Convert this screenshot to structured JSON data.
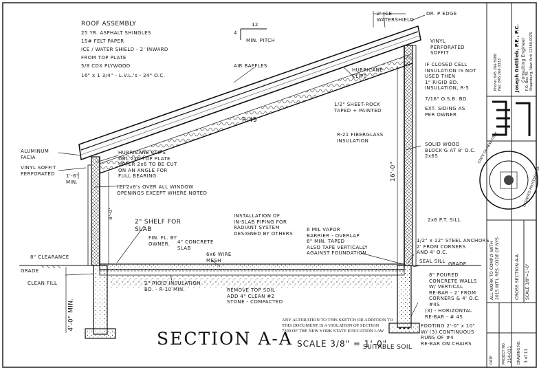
{
  "roof_assembly": {
    "title": "ROOF ASSEMBLY",
    "lines": [
      "25 YR. ASPHALT SHINGLES",
      "15# FELT PAPER",
      "ICE / WATER SHIELD - 2' INWARD",
      "FROM TOP PLATE",
      "5/8 CDX PLYWOOD",
      "16\" x 1 3/4\" - L.V.L.'s - 24\" O.C."
    ]
  },
  "pitch": {
    "rise": "4",
    "run": "12",
    "label": "MIN. PITCH"
  },
  "top_labels": {
    "ice_water": "2' ICE\nWATERSHIELD",
    "drip_edge": "DR. P EDGE",
    "vinyl_soffit": "VINYL\nPERFORATED\nSOFFIT",
    "closed_cell": "IF CLOSED CELL\nINSULATION IS NOT\nUSED THEN\n1\" RIGID BD.\nINSULATION, R-5",
    "osb": "7/16\" O.S.B. BD.",
    "ext_siding": "EXT. SIDING AS\nPER OWNER",
    "solid_wood": "SOLID WOOD\nBLOCK'G AT 8' O.C.\n2x6S",
    "air_baffles": "AIR BAFFLES",
    "hurricane_clips_top": "HURRICANE\nCLIPS",
    "sheetrock": "1/2\" SHEET-ROCK\nTAPED + PAINTED",
    "r49": "R-49",
    "r21": "R-21 FIBERGLASS\nINSULATION"
  },
  "left_labels": {
    "alum_fascia": "ALUMINUM\nFACIA",
    "vinyl_soffit": "VINYL SOFFIT\nPERFORATED",
    "overhang": "1'-6\"\nMIN.",
    "hurricane_clips": "HURRICANE CLIPS\nDBL 2x6 TOP PLATE\nUPPER 2x6 TO BE CUT\nON AN ANGLE FOR\nFULL BEARING",
    "headers": "(2) 2x8's OVER ALL WINDOW\nOPENINGS EXCEPT WHERE NOTED",
    "left_height": "8'-0\"",
    "clearance": "8\" CLEARANCE",
    "grade": "GRADE",
    "clean_fill": "CLEAN FILL",
    "footing_depth": "4'-0\" MIN."
  },
  "slab_labels": {
    "shelf": "2\" SHELF FOR\nSLAB",
    "fin_fl": "FIN. FL. BY\nOWNER.",
    "concrete_slab": "4\" CONCRETE\nSLAB",
    "wire_mesh": "6x6 WIRE\nMESH",
    "radiant": "INSTALLATION OF\nIN-SLAB PIPING FOR\nRADIANT SYSTEM\nDESIGNED BY OTHERS",
    "vapor": "6 MIL VAPOR\nBARRIER - OVERLAP\n6\" MIN. TAPED\nALSO TAPE VERTICALLY\nAGAINST FOUNDATION",
    "rigid_insul": "2\" RIGID INSULATION\nBD. - R-10 MIN.",
    "remove_topsoil": "REMOVE TOP SOIL\nADD 4\" CLEAN #2\nSTONE - COMPACTED",
    "right_height": "16'-0\""
  },
  "right_labels": {
    "pt_sill": "2x6 P.T. SILL",
    "anchors": "1/2\" x 12\" STEEL ANCHORS\n2' FROM CORNERS\nAND 4' O.C.",
    "sill_seal": "SEAL SILL",
    "grade": "GRADE",
    "poured_walls": "8\" POURED\nCONCRETE WALLS\nW/ VERTICAL\nRE-BAR - 2' FROM\nCORNERS & 4' O.C.\n#4S",
    "horiz_rebar": "(3) - HORIZONTAL\nRE-BAR - # 4S",
    "footing": "FOOTING 2'-0\" x 10\"\nW/ (3) CONTINUOUS\nRUNS OF #4\nRE-BAR ON CHAIRS",
    "suitable_soil": "SUITABLE SOIL"
  },
  "violation_note": [
    "ANY ALTERATION TO THIS SKETCH OR ADDITION TO",
    "THIS DOCUMENT IS A VIOLATION OF SECTION",
    "7209 OF THE NEW YORK STATE EDUCATION LAW"
  ],
  "drawing_title": "SECTION A-A",
  "scale": "SCALE 3/8\" = 1'-0\"",
  "title_block": {
    "engineer_name": "Joseph Gottlieb, P.E., P.C.",
    "engineer_title": "Consulting Engineer",
    "address": "P.O. Box 76\nStaatsburg, New York 12580-0076",
    "phone": "Phone: 845 266-5088\nFax: 845 266-3333",
    "seal_top": "STATE OF NEW YORK",
    "seal_bottom": "LICENSED PROFESSIONAL",
    "project_desc": "ALL WORK TO COMPLY WITH\n2015 INT'L RES. CODE OF NYS",
    "drawing_name": "CROSS SECTION A-A",
    "date_label": "DATE",
    "project_label": "PROJECT NO.",
    "project_no": "214-011",
    "sheet_label": "DRAWING NO.",
    "sheet_no": "3 of 11",
    "scale_label": "SCALE 3/8\"=1'-0\""
  },
  "colors": {
    "ink": "#151515",
    "paper": "#ffffff"
  }
}
